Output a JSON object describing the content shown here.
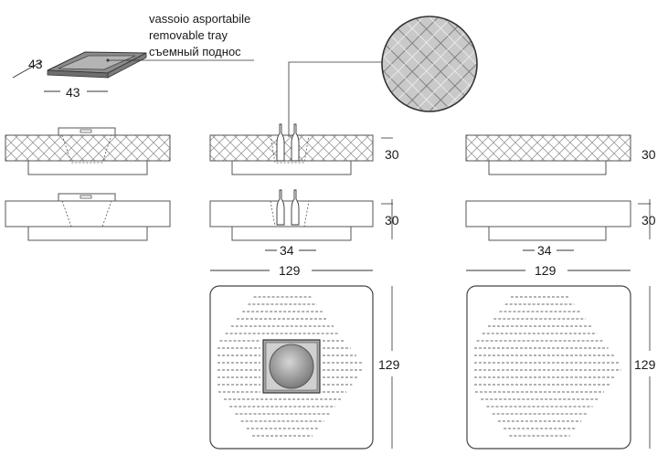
{
  "tray_caption": {
    "italian": "vassoio asportabile",
    "english": "removable tray",
    "russian": "съемный поднос"
  },
  "dimensions": {
    "tray_depth": "43",
    "tray_width": "43",
    "height_top_row_middle": "30",
    "height_top_row_right": "30",
    "height_mid_row_middle": "30",
    "height_mid_row_right": "30",
    "base_width_middle": "34",
    "base_width_right": "34",
    "top_width_middle": "129",
    "top_width_right": "129",
    "top_depth_middle": "129",
    "top_depth_right": "129"
  },
  "colors": {
    "line": "#333333",
    "hatch": "#9a9a9a",
    "tray_fill": "#8c8c8c",
    "detail_fill": "#b4b4b4"
  }
}
